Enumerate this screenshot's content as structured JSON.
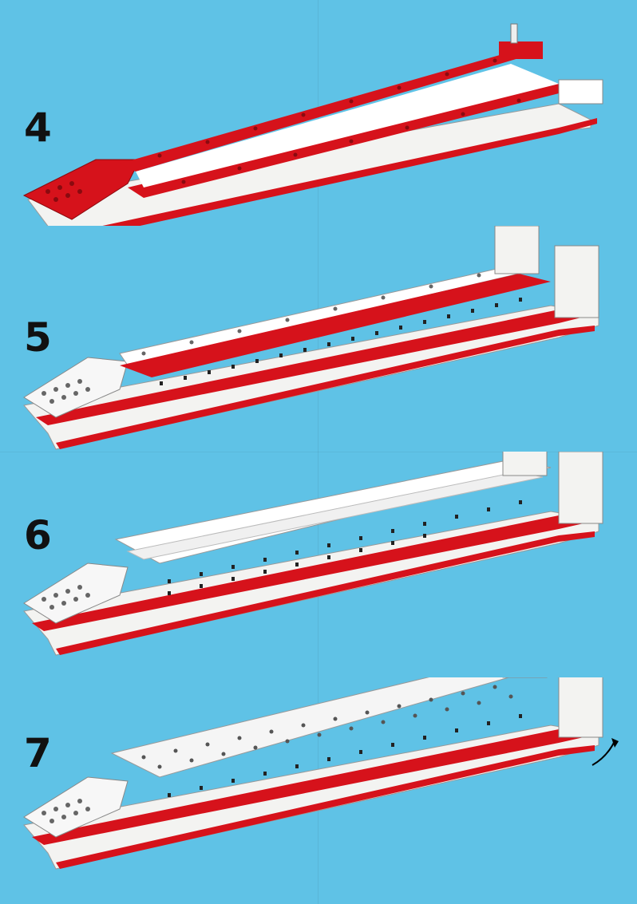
{
  "steps": [
    {
      "number": "4",
      "variant": "hull"
    },
    {
      "number": "5",
      "variant": "deck"
    },
    {
      "number": "6",
      "variant": "superstructure"
    },
    {
      "number": "7",
      "variant": "roof"
    }
  ],
  "colors": {
    "background": "#5fc2e6",
    "brick_white": "#f4f4f2",
    "brick_shade": "#dcdcdc",
    "brick_red": "#d6121b",
    "window_black": "#222222",
    "stud_outline": "#444444"
  },
  "icons": [
    "rotate-arrow-icon",
    "down-arrow-icon",
    "dark-tile-icon"
  ]
}
